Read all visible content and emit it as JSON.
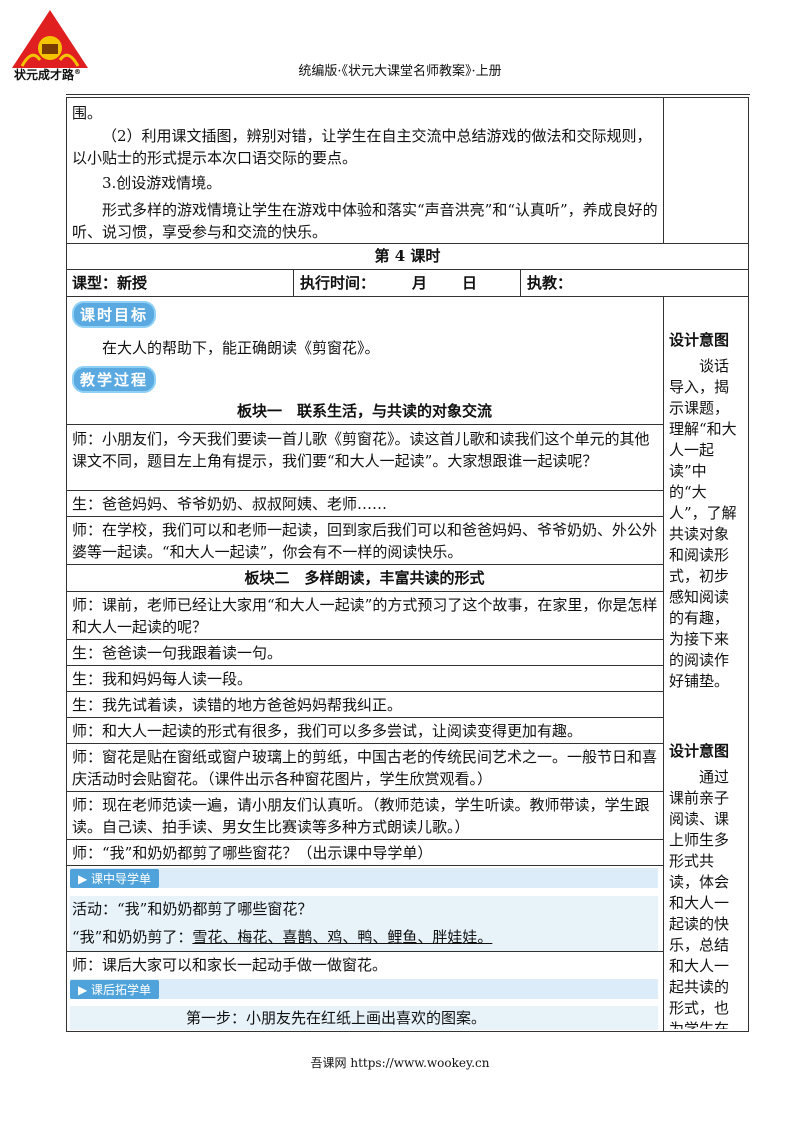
{
  "header": {
    "logo_text": "状元成才路",
    "logo_reg": "®",
    "title": "统编版·《状元大课堂名师教案》·上册"
  },
  "top_section": {
    "line0": "围。",
    "para2": "（2）利用课文插图，辨别对错，让学生在自主交流中总结游戏的做法和交际规则，以小贴士的形式提示本次口语交际的要点。",
    "item3": "3.创设游戏情境。",
    "para3": "形式多样的游戏情境让学生在游戏中体验和落实“声音洪亮”和“认真听”，养成良好的听、说习惯，享受参与和交流的快乐。"
  },
  "lesson": {
    "title": "第 4 课时",
    "type_label": "课型：新授",
    "time_label": "执行时间：",
    "month": "月",
    "day": "日",
    "teacher_label": "执教："
  },
  "goal_badge": "课时目标",
  "goal_text": "在大人的帮助下，能正确朗读《剪窗花》。",
  "process_badge": "教学过程",
  "block1": {
    "title": "板块一　联系生活，与共读的对象交流",
    "lines": [
      "师：小朋友们，今天我们要读一首儿歌《剪窗花》。读这首儿歌和读我们这个单元的其他课文不同，题目左上角有提示，我们要“和大人一起读”。大家想跟谁一起读呢？",
      "生：爸爸妈妈、爷爷奶奶、叔叔阿姨、老师……",
      "师：在学校，我们可以和老师一起读，回到家后我们可以和爸爸妈妈、爷爷奶奶、外公外婆等一起读。“和大人一起读”，你会有不一样的阅读快乐。"
    ]
  },
  "block2": {
    "title": "板块二　多样朗读，丰富共读的形式",
    "lines": [
      "师：课前，老师已经让大家用“和大人一起读”的方式预习了这个故事，在家里，你是怎样和大人一起读的呢？",
      "生：爸爸读一句我跟着读一句。",
      "生：我和妈妈每人读一段。",
      "生：我先试着读，读错的地方爸爸妈妈帮我纠正。",
      "师：和大人一起读的形式有很多，我们可以多多尝试，让阅读变得更加有趣。",
      "师：窗花是贴在窗纸或窗户玻璃上的剪纸，中国古老的传统民间艺术之一。一般节日和喜庆活动时会贴窗花。（课件出示各种窗花图片，学生欣赏观看。）",
      "师：现在老师范读一遍，请小朋友们认真听。（教师范读，学生听读。教师带读，学生跟读。自己读、拍手读、男女生比赛读等多种方式朗读儿歌。）",
      "师：“我”和奶奶都剪了哪些窗花？（出示课中导学单）"
    ]
  },
  "guide_in_class": {
    "tag": "课中导学单",
    "activity": "活动：“我”和奶奶都剪了哪些窗花？",
    "answer_prefix": "“我”和奶奶剪了：",
    "answer_items": "雪花、梅花、喜鹊、鸡、鸭、鲤鱼、胖娃娃。"
  },
  "after_line": "师：课后大家可以和家长一起动手做一做窗花。",
  "guide_after_class": {
    "tag": "课后拓学单",
    "step1": "第一步：小朋友先在红纸上画出喜欢的图案。"
  },
  "side": {
    "title1": "设计意图",
    "text1": "谈话导入，揭示课题，理解“和大人一起读”中的“大人”，了解共读对象和阅读形式，初步感知阅读的有趣，为接下来的阅读作好铺垫。",
    "title2": "设计意图",
    "text2": "通过课前亲子阅读、课上师生多形式共读，体会和大人一起读的快乐，总结和大人一起共读的形式，也为学生在和大人一"
  },
  "footer": "吾课网 https://www.wookey.cn",
  "colors": {
    "badge": "#5aa9e0",
    "bar": "#dcecf8",
    "tag": "#4fa3da"
  }
}
